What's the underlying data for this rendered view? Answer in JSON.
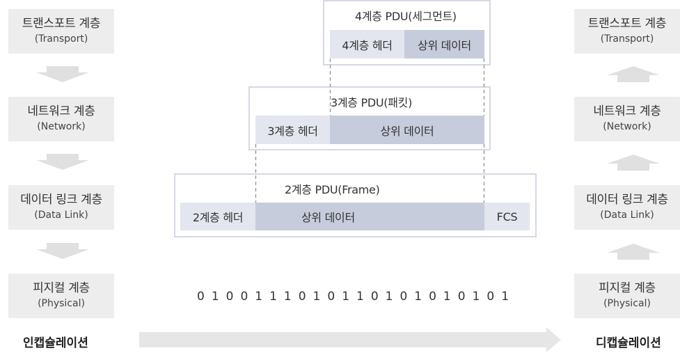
{
  "left_stack": {
    "layers": [
      {
        "name": "트랜스포트 계층",
        "eng": "(Transport)"
      },
      {
        "name": "네트워크 계층",
        "eng": "(Network)"
      },
      {
        "name": "데이터 링크 계층",
        "eng": "(Data Link)"
      },
      {
        "name": "피지컬 계층",
        "eng": "(Physical)"
      }
    ],
    "caption": "인캡슐레이션"
  },
  "right_stack": {
    "layers": [
      {
        "name": "트랜스포트 계층",
        "eng": "(Transport)"
      },
      {
        "name": "네트워크 계층",
        "eng": "(Network)"
      },
      {
        "name": "데이터 링크 계층",
        "eng": "(Data Link)"
      },
      {
        "name": "피지컬 계층",
        "eng": "(Physical)"
      }
    ],
    "caption": "디캡슐레이션"
  },
  "pdu4": {
    "title": "4계층 PDU(세그먼트)",
    "header": "4계층 헤더",
    "data": "상위 데이터"
  },
  "pdu3": {
    "title": "3계층 PDU(패킷)",
    "header": "3계층 헤더",
    "data": "상위 데이터"
  },
  "pdu2": {
    "title": "2계층 PDU(Frame)",
    "header": "2계층 헤더",
    "data": "상위 데이터",
    "trailer": "FCS"
  },
  "bits": "0 1 0 0 1 1 1 0 1 0 1 1 0 1 0 1 0 1 0 1 0 1",
  "colors": {
    "layer_box": "#ededed",
    "arrow": "#e0e0e0",
    "header": "#e3e6ef",
    "data": "#c6ccdc",
    "frame_border": "#d5d8e5"
  }
}
